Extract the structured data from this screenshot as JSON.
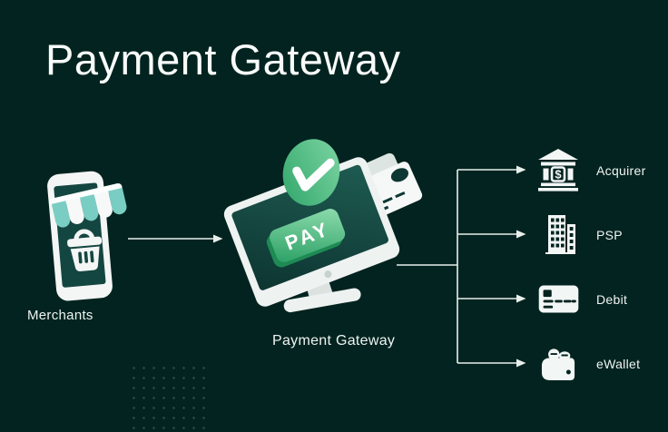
{
  "title": "Payment Gateway",
  "palette": {
    "background": "#02231F",
    "teal": "#79CDC2",
    "green": "#2FA569",
    "green_light": "#8FDCAE",
    "screen_teal": "#14463F",
    "white": "#F2F6F5",
    "line": "#E8EFEC",
    "dot": "#2D544D"
  },
  "merchant": {
    "label": "Merchants",
    "illustration": "smartphone-storefront-with-shopping-basket"
  },
  "gateway": {
    "label": "Payment Gateway",
    "pay_button": "PAY",
    "illustration": "monitor-with-pay-button-checkmark-and-credit-cards"
  },
  "destinations": [
    {
      "label": "Acquirer",
      "icon": "bank-icon",
      "symbol": "$"
    },
    {
      "label": "PSP",
      "icon": "office-building-icon"
    },
    {
      "label": "Debit",
      "icon": "debit-card-icon"
    },
    {
      "label": "eWallet",
      "icon": "wallet-icon"
    }
  ]
}
